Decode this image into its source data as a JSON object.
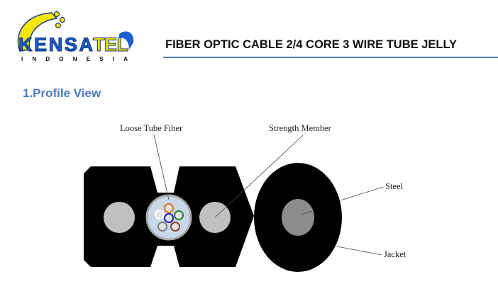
{
  "logo": {
    "brand": "KENSATEL",
    "sub": "INDONESIA"
  },
  "header": {
    "title": "FIBER OPTIC CABLE 2/4 CORE 3 WIRE TUBE JELLY"
  },
  "section": {
    "title": "1.Profile View"
  },
  "diagram": {
    "labels": {
      "loose_tube": "Loose Tube Fiber",
      "strength_member": "Strength Member",
      "steel": "Steel",
      "jacket": "Jacket"
    },
    "colors": {
      "jacket": "#000000",
      "strength": "#c0c0c0",
      "steel": "#8c8c8c",
      "tube": "#c8d8e6"
    }
  }
}
